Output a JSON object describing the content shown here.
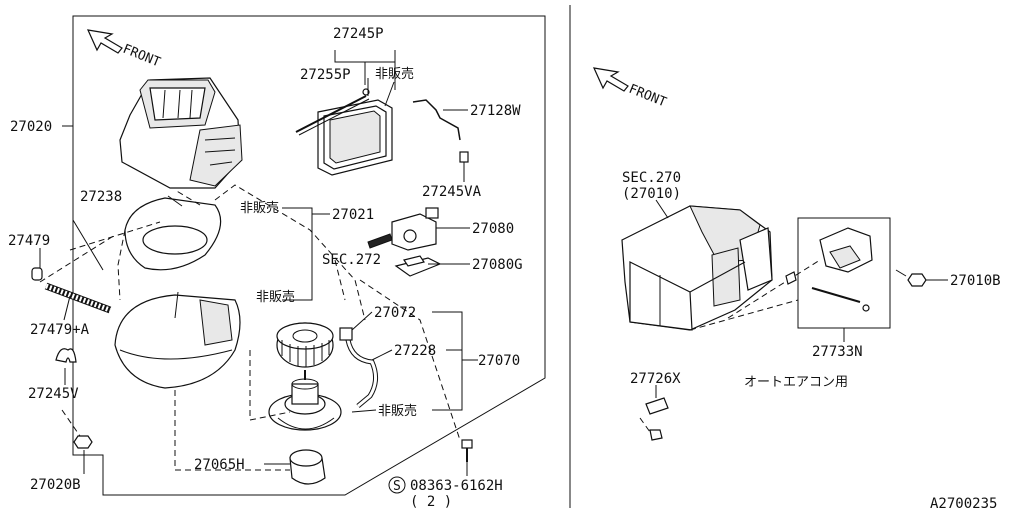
{
  "front_left": "FRONT",
  "front_right": "FRONT",
  "labels": {
    "p27020": "27020",
    "p27245P": "27245P",
    "p27255P": "27255P",
    "hihanbai1": "非販売",
    "p27128W": "27128W",
    "p27245VA": "27245VA",
    "p27238": "27238",
    "hihanbai2": "非販売",
    "p27021": "27021",
    "p27080": "27080",
    "p27479": "27479",
    "sec272": "SEC.272",
    "p27080G": "27080G",
    "hihanbai3": "非販売",
    "p27072": "27072",
    "p27479A": "27479+A",
    "p27228": "27228",
    "p27070": "27070",
    "p27245V": "27245V",
    "hihanbai4": "非販売",
    "p27065H": "27065H",
    "p27020B": "27020B",
    "bolt_code": "08363-6162H",
    "bolt_s": "S",
    "bolt_qty": "( 2 )",
    "sec270": "SEC.270",
    "p27010": "(27010)",
    "p27010B": "27010B",
    "p27733N": "27733N",
    "p27726X": "27726X",
    "auto_ac": "オートエアコン用",
    "figure_id": "A2700235"
  }
}
